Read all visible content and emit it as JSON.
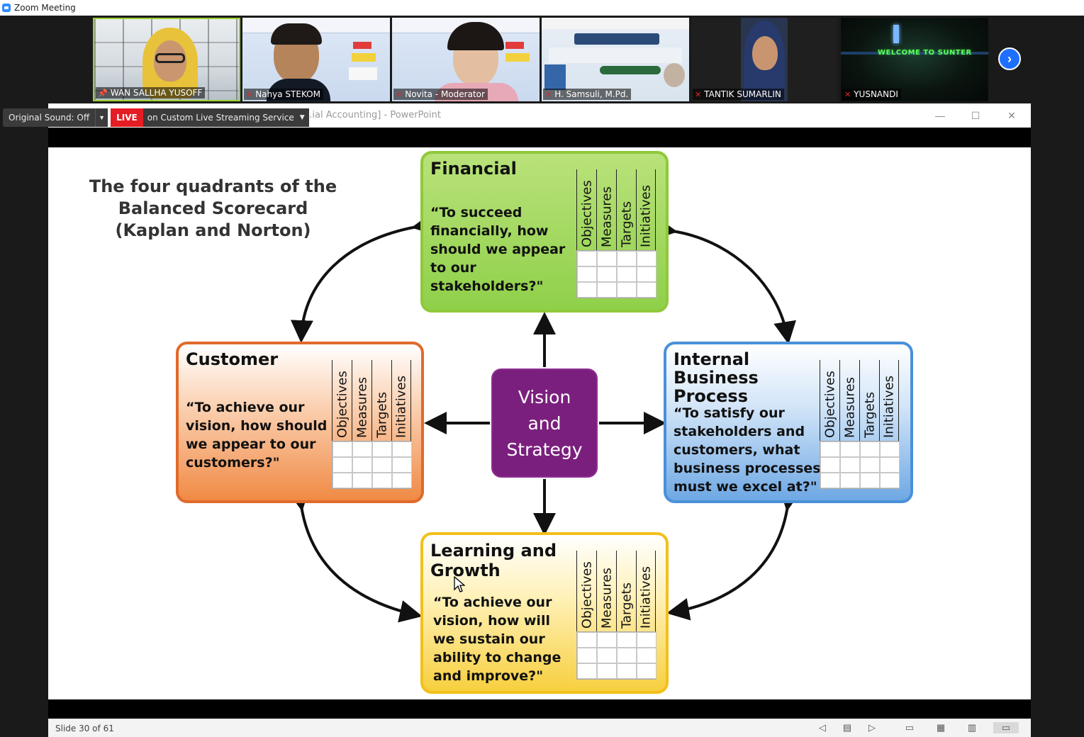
{
  "app": {
    "title": "Zoom Meeting"
  },
  "gallery": {
    "participants": [
      {
        "name": "WAN SALLHA YUSOFF",
        "pinned": true,
        "muted": false
      },
      {
        "name": "Nahya STEKOM",
        "pinned": false,
        "muted": true
      },
      {
        "name": "Novita - Moderator",
        "pinned": false,
        "muted": true
      },
      {
        "name": "H. Samsuli, M.Pd.",
        "pinned": false,
        "muted": true
      },
      {
        "name": "TANTIK SUMARLIN",
        "pinned": false,
        "muted": true
      },
      {
        "name": "YUSNANDI",
        "pinned": false,
        "muted": true
      }
    ],
    "next_icon": "chevron-right-icon",
    "tile6_text": "WELCOME TO SUNTER"
  },
  "share_toolbar": {
    "original_sound": "Original Sound: Off",
    "live_badge": "LIVE",
    "live_service": "on Custom Live Streaming Service"
  },
  "ppt": {
    "window_title": "...ial Accounting] - PowerPoint",
    "slide_counter": "Slide 30 of 61",
    "slide": {
      "title_lines": [
        "The four quadrants of the",
        "Balanced Scorecard",
        "(Kaplan and Norton)"
      ],
      "center_lines": [
        "Vision",
        "and",
        "Strategy"
      ],
      "columns": [
        "Objectives",
        "Measures",
        "Targets",
        "Initiatives"
      ],
      "quadrants": {
        "financial": {
          "title": "Financial",
          "quote_lines": [
            "“To succeed",
            "financially, how",
            "should we appear",
            "to our",
            "stakeholders?\""
          ]
        },
        "customer": {
          "title": "Customer",
          "quote_lines": [
            "“To achieve our",
            "vision, how should",
            "we appear to our",
            "customers?\""
          ]
        },
        "internal": {
          "title_lines": [
            "Internal",
            "Business",
            "Process"
          ],
          "quote_lines": [
            "“To satisfy our",
            "stakeholders and",
            "customers, what",
            "business processes",
            "must we excel at?\""
          ]
        },
        "learning": {
          "title_lines": [
            "Learning and",
            "Growth"
          ],
          "quote_lines": [
            "“To achieve our",
            "vision, how will",
            "we sustain our",
            "ability to change",
            "and improve?\""
          ]
        }
      }
    }
  },
  "colors": {
    "financial": "#8fd04a",
    "customer": "#f08a45",
    "internal": "#6ea8e4",
    "learning": "#f7cf3f",
    "vision": "#7b1f7e",
    "live": "#e51c23",
    "zoom_blue": "#2d8cff"
  }
}
